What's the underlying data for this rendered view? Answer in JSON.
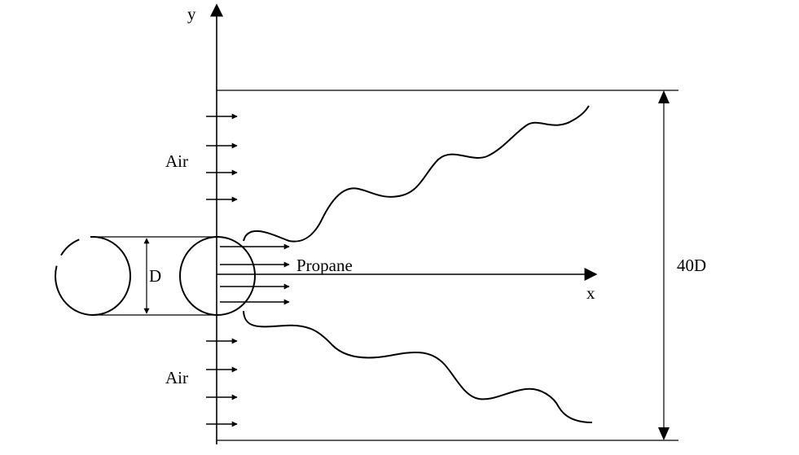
{
  "labels": {
    "y_axis": "y",
    "x_axis": "x",
    "air_top": "Air",
    "air_bottom": "Air",
    "propane": "Propane",
    "diameter": "D",
    "domain_height": "40D"
  }
}
